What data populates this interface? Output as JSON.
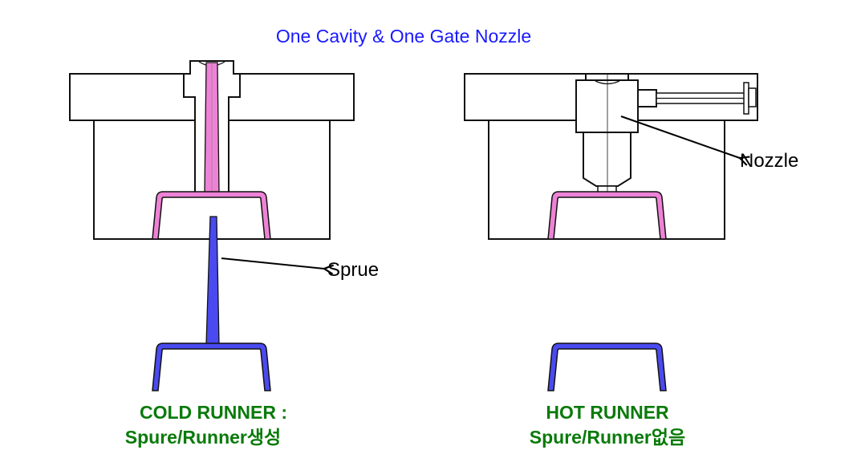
{
  "title": "One Cavity & One Gate Nozzle",
  "left": {
    "callout": "Sprue",
    "caption_line1": "COLD RUNNER :",
    "caption_line2": "Spure/Runner생성"
  },
  "right": {
    "callout": "Nozzle",
    "caption_line1": "HOT RUNNER",
    "caption_line2": "Spure/Runner없음"
  },
  "colors": {
    "title": "#1a1aff",
    "caption": "#0a7a0a",
    "melt": "#ee82d6",
    "part": "#4a4af0"
  }
}
